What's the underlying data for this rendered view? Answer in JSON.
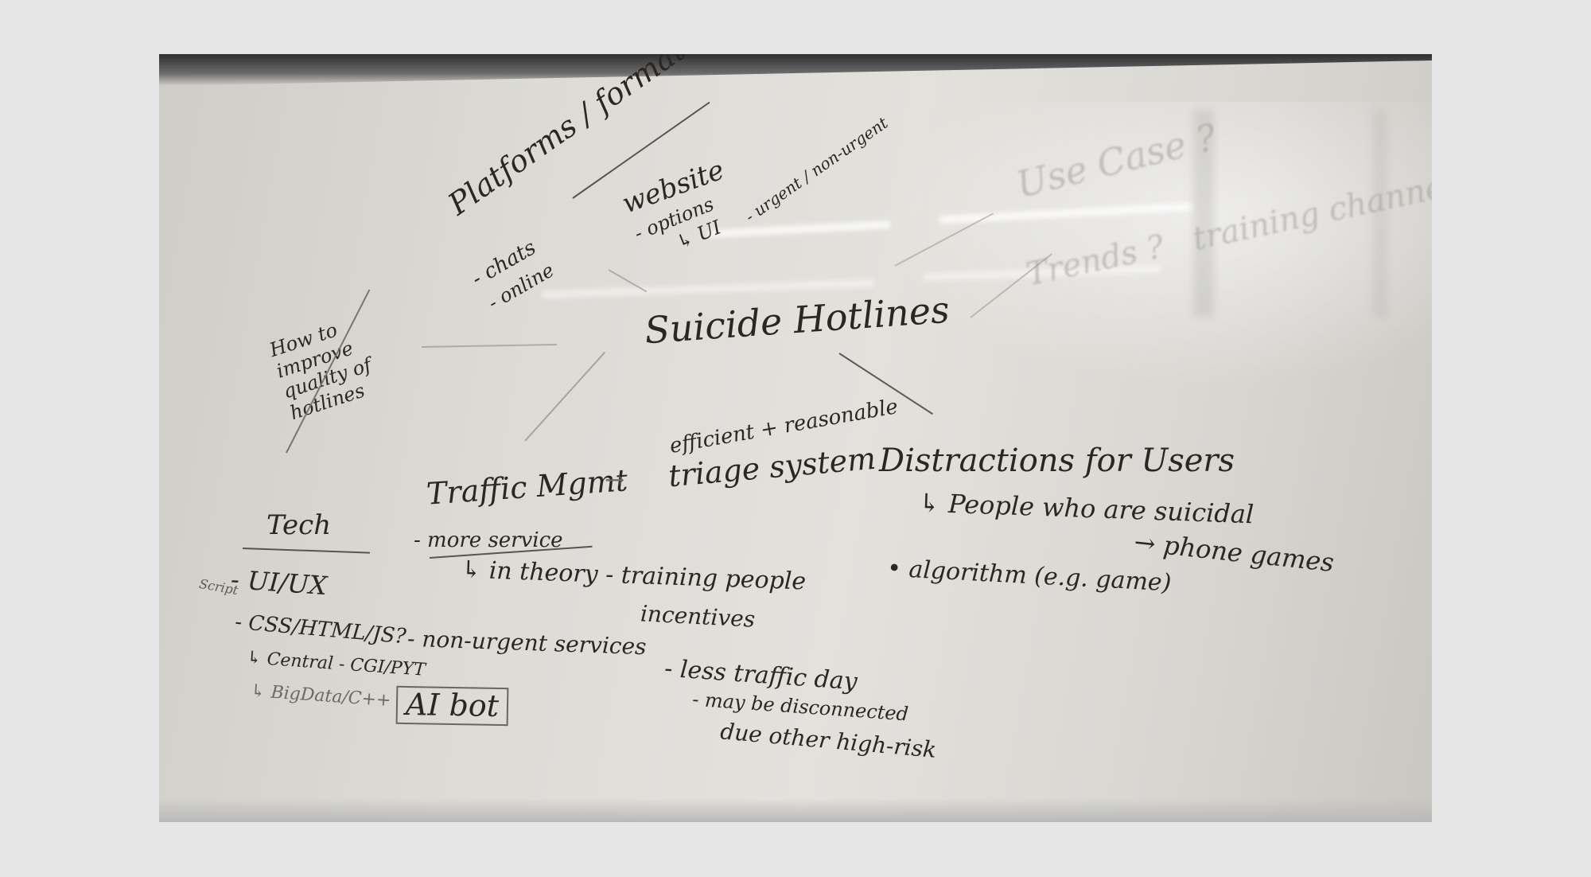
{
  "whiteboard": {
    "center_topic": "Suicide Hotlines",
    "platforms": {
      "title": "Platforms / formats",
      "items": [
        "- chats",
        "- online"
      ],
      "website": "website",
      "options": "- options",
      "options_sub": "↳ UI",
      "urgent": "- urgent / non-urgent"
    },
    "quality_note": "How to\nimprove\nquality of\nhotlines",
    "traffic": {
      "title": "Traffic Mgmt",
      "arrow": "→",
      "triage_top": "efficient + reasonable",
      "triage": "triage system",
      "more_service": "- more service",
      "in_theory": "↳ in theory - training people",
      "incentives": "incentives",
      "non_urgent": "- non-urgent services",
      "less_traffic": "- less traffic day",
      "disconnected": "- may be disconnected",
      "high_risk": "due other high-risk",
      "ai_bot": "AI bot"
    },
    "tech": {
      "title": "Tech",
      "ui_ux": "- UI/UX",
      "script": "Script",
      "css": "- CSS/HTML/JS?",
      "central": "↳ Central - CGI/PYT",
      "bigdata": "↳ BigData/C++"
    },
    "distractions": {
      "title": "Distractions for Users",
      "people": "↳ People who are suicidal",
      "algorithm": "• algorithm (e.g. game)",
      "phone_games": "→ phone games"
    }
  }
}
